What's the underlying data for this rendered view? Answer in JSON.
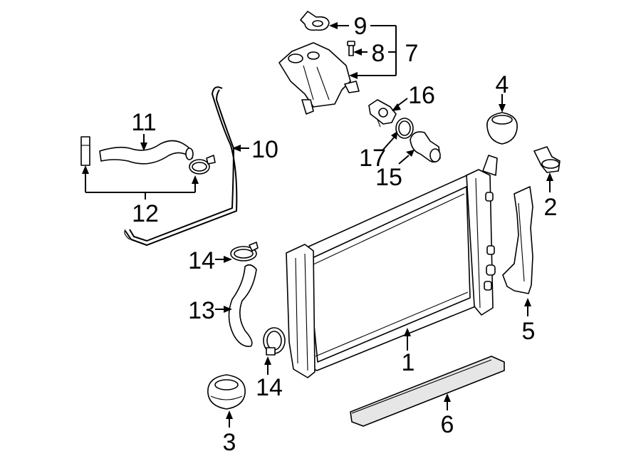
{
  "diagram": {
    "callouts": [
      {
        "id": "c1",
        "label": "1"
      },
      {
        "id": "c2",
        "label": "2"
      },
      {
        "id": "c3",
        "label": "3"
      },
      {
        "id": "c4",
        "label": "4"
      },
      {
        "id": "c5",
        "label": "5"
      },
      {
        "id": "c6",
        "label": "6"
      },
      {
        "id": "c7",
        "label": "7"
      },
      {
        "id": "c8",
        "label": "8"
      },
      {
        "id": "c9",
        "label": "9"
      },
      {
        "id": "c10",
        "label": "10"
      },
      {
        "id": "c11",
        "label": "11"
      },
      {
        "id": "c12",
        "label": "12"
      },
      {
        "id": "c13",
        "label": "13"
      },
      {
        "id": "c14a",
        "label": "14"
      },
      {
        "id": "c14b",
        "label": "14"
      },
      {
        "id": "c15",
        "label": "15"
      },
      {
        "id": "c16",
        "label": "16"
      },
      {
        "id": "c17",
        "label": "17"
      }
    ]
  }
}
